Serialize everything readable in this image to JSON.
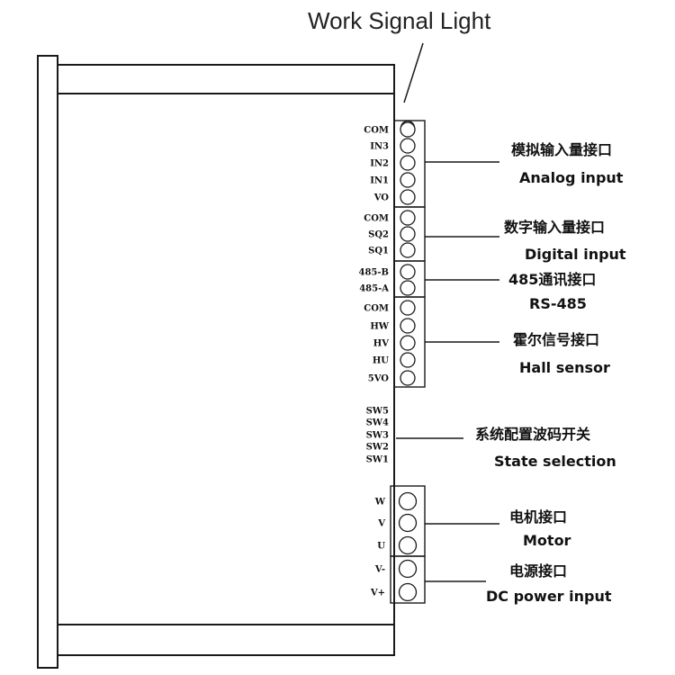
{
  "title": "Work Signal Light",
  "groups": [
    {
      "id": "analog",
      "cn": "模拟输入量接口",
      "en": "Analog input",
      "pins": [
        "COM",
        "IN3",
        "IN2",
        "IN1",
        "VO"
      ]
    },
    {
      "id": "digital",
      "cn": "数字输入量接口",
      "en": "Digital input",
      "pins": [
        "COM",
        "SQ2",
        "SQ1"
      ]
    },
    {
      "id": "rs485",
      "cn": "485通讯接口",
      "en": "RS-485",
      "pins": [
        "485-B",
        "485-A"
      ]
    },
    {
      "id": "hall",
      "cn": "霍尔信号接口",
      "en": "Hall sensor",
      "pins": [
        "COM",
        "HW",
        "HV",
        "HU",
        "5VO"
      ]
    },
    {
      "id": "switch",
      "cn": "系统配置波码开关",
      "en": "State selection",
      "pins": [
        "SW5",
        "SW4",
        "SW3",
        "SW2",
        "SW1"
      ]
    },
    {
      "id": "motor",
      "cn": "电机接口",
      "en": "Motor",
      "pins": [
        "W",
        "V",
        "U"
      ]
    },
    {
      "id": "power",
      "cn": "电源接口",
      "en": "DC power input",
      "pins": [
        "V-",
        "V+"
      ]
    }
  ]
}
